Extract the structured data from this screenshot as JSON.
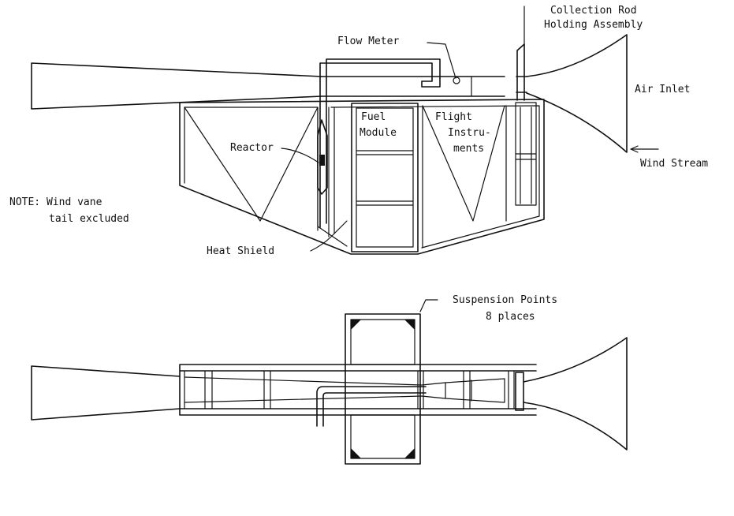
{
  "labels": {
    "collection_rod_line1": "Collection Rod",
    "collection_rod_line2": "Holding Assembly",
    "flow_meter": "Flow Meter",
    "air_inlet": "Air Inlet",
    "fuel_module_line1": "Fuel",
    "fuel_module_line2": "Module",
    "flight_instruments_line1": "Flight",
    "flight_instruments_line2": "Instru-",
    "flight_instruments_line3": "ments",
    "reactor": "Reactor",
    "wind_stream": "Wind Stream",
    "note_line1": "NOTE: Wind vane",
    "note_line2": "tail excluded",
    "heat_shield": "Heat Shield",
    "suspension_points_line1": "Suspension Points",
    "suspension_points_line2": "8 places"
  }
}
